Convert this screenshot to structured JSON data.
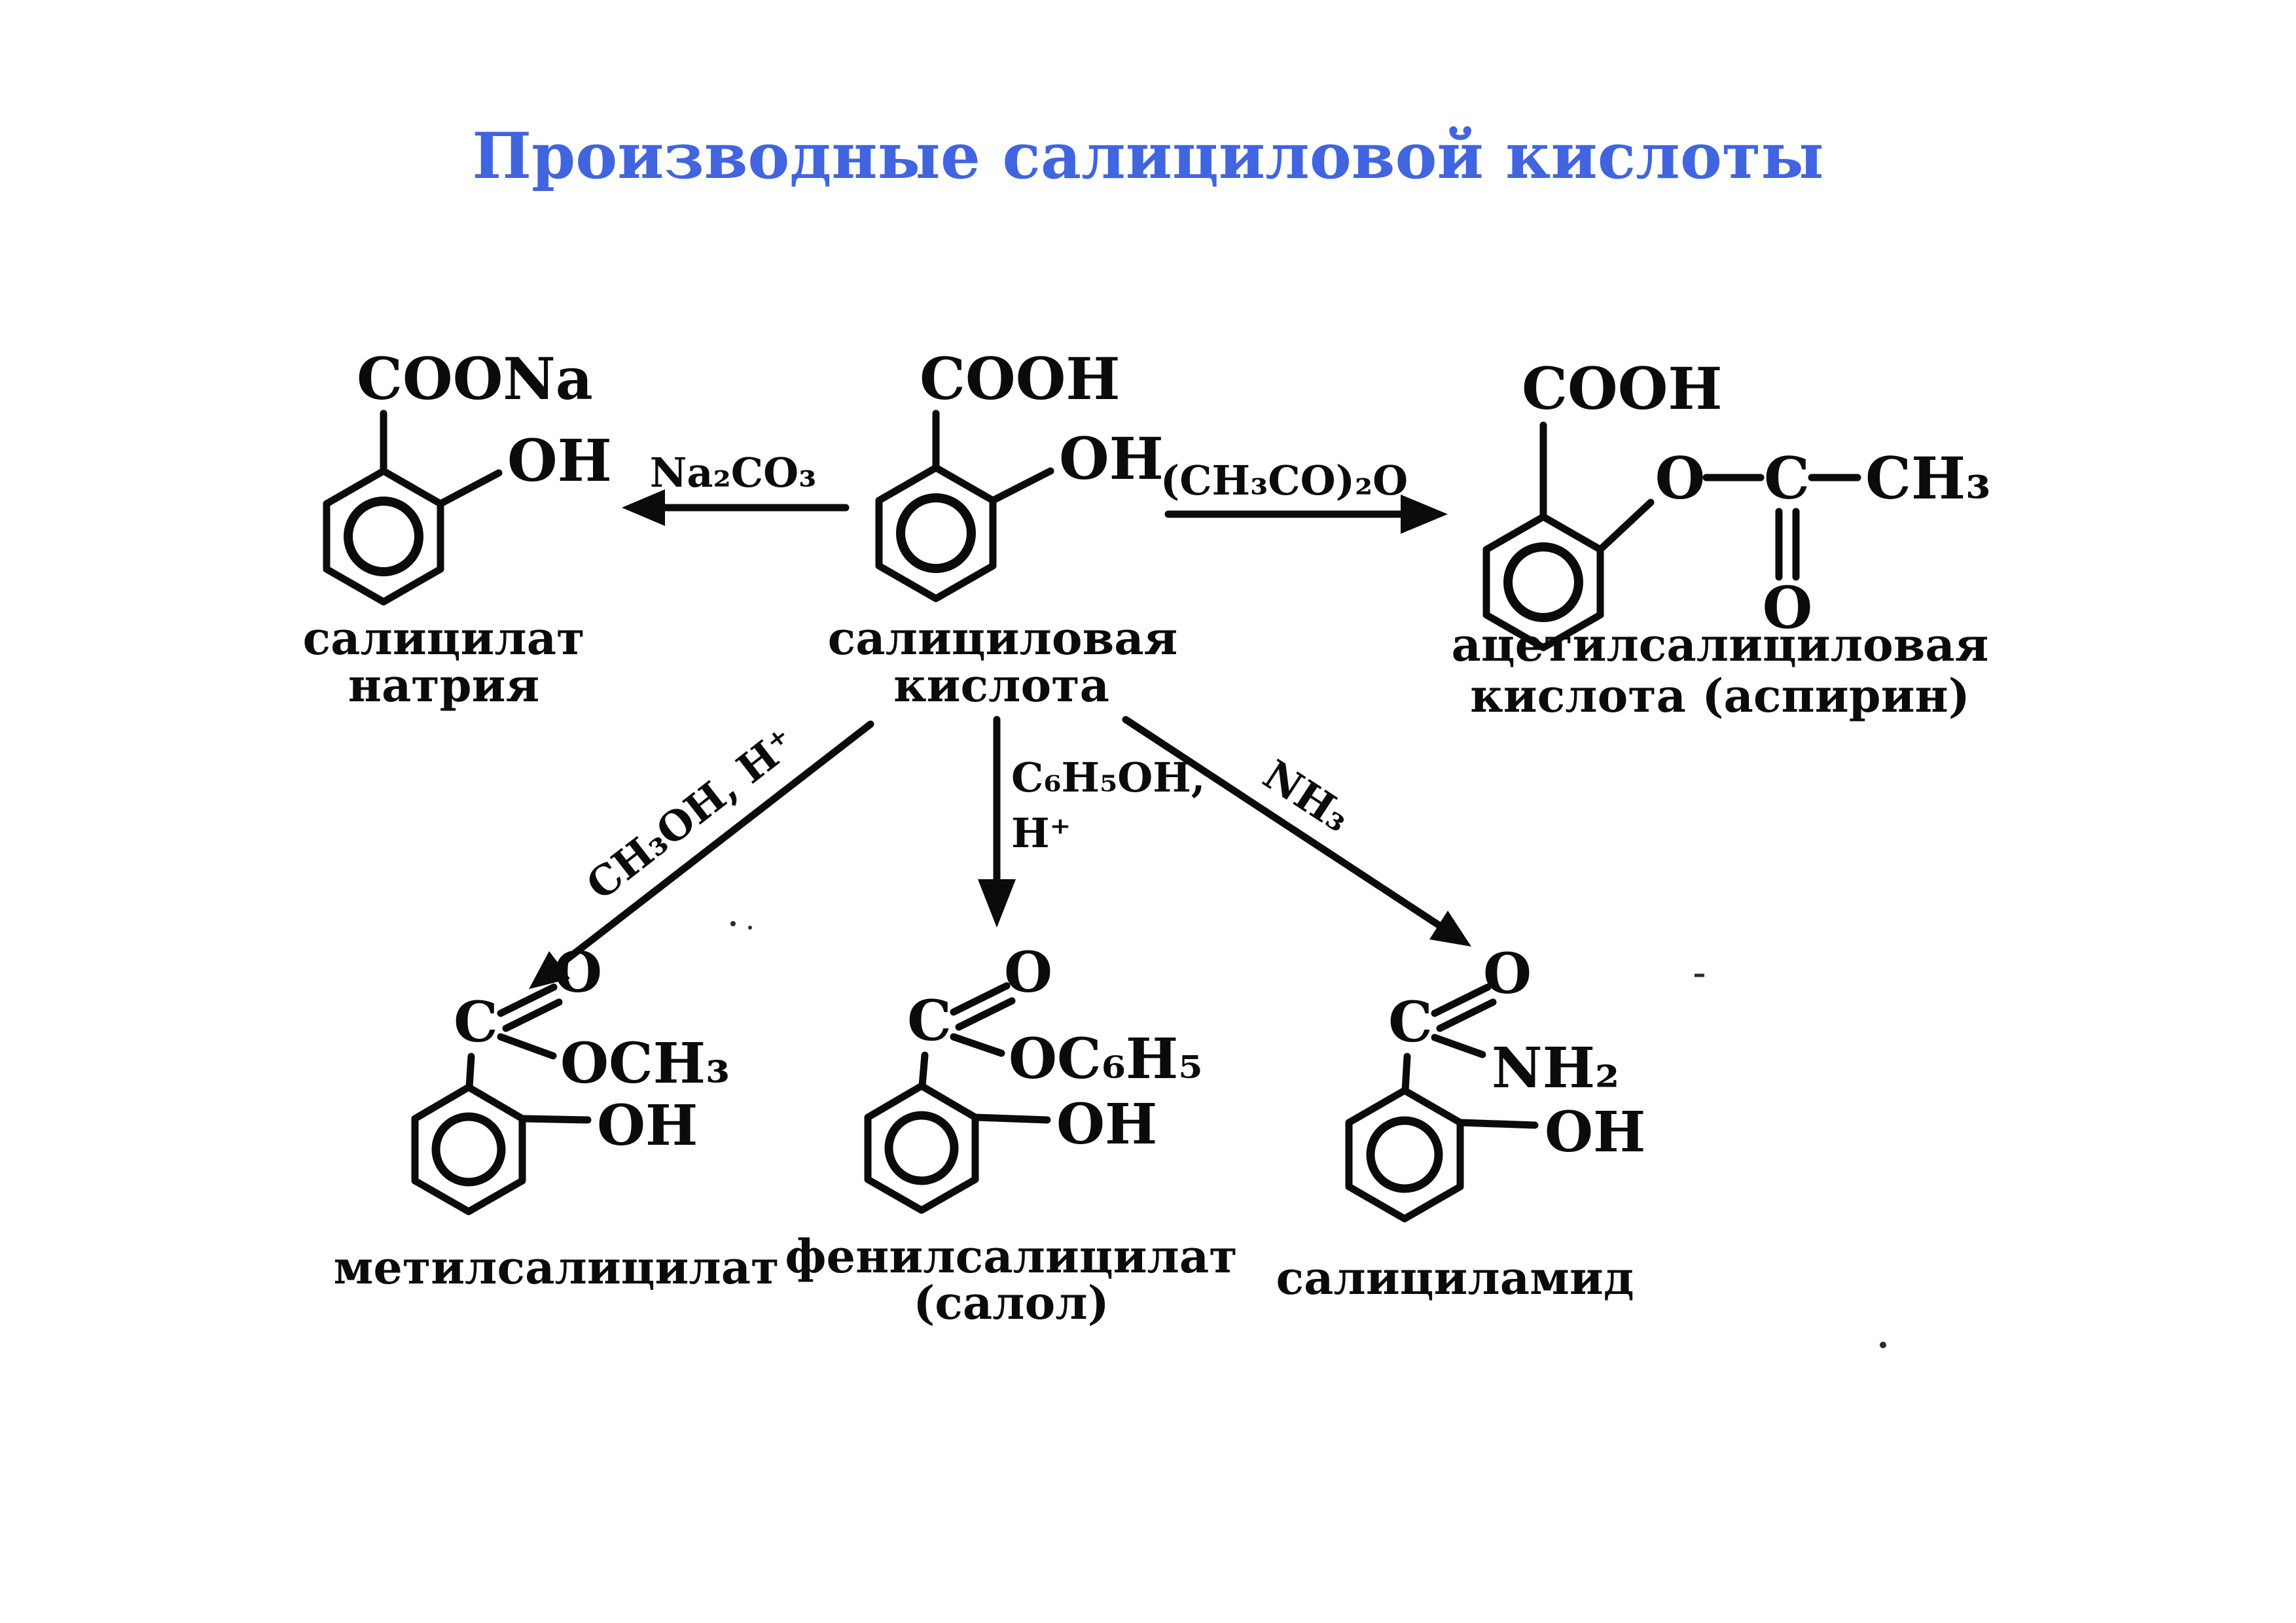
{
  "title": {
    "text": "Производные салициловой кислоты",
    "color": "#4164df"
  },
  "compounds": {
    "sodium_salicylate": {
      "top_group": "COONa",
      "hydroxyl": "OH",
      "name_line1": "салицилат",
      "name_line2": "натрия"
    },
    "salicylic_acid": {
      "top_group": "COOH",
      "hydroxyl": "OH",
      "name_line1": "салициловая",
      "name_line2": "кислота"
    },
    "acetylsalicylic_acid": {
      "top_group": "COOH",
      "ester_o": "O",
      "ester_c": "C",
      "methyl": "CH₃",
      "carbonyl_o": "O",
      "name_line1": "ацетилсалициловая",
      "name_line2": "кислота (аспирин)"
    },
    "methyl_salicylate": {
      "carbonyl_c": "C",
      "carbonyl_o": "O",
      "ester_group": "OCH₃",
      "hydroxyl": "OH",
      "name_line1": "метилсалицилат"
    },
    "phenyl_salicylate": {
      "carbonyl_c": "C",
      "carbonyl_o": "O",
      "ester_group": "OC₆H₅",
      "hydroxyl": "OH",
      "name_line1": "фенилсалицилат",
      "name_line2": "(салол)"
    },
    "salicylamide": {
      "carbonyl_c": "C",
      "carbonyl_o": "O",
      "amide_group": "NH₂",
      "hydroxyl": "OH",
      "name_line1": "салициламид"
    }
  },
  "reagents": {
    "to_sodium_salicylate": "Na₂CO₃",
    "to_aspirin": "(CH₃CO)₂O",
    "to_methyl_salicylate": "CH₃OH, H⁺",
    "to_phenyl_salicylate_line1": "C₆H₅OH,",
    "to_phenyl_salicylate_line2": "H⁺",
    "to_salicylamide": "NH₃"
  }
}
